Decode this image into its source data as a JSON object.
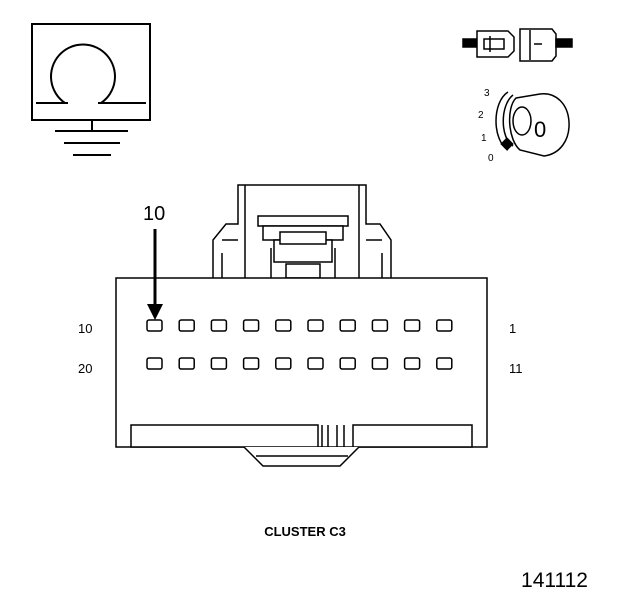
{
  "connector": {
    "name": "CLUSTER C3",
    "pointer_label": "10",
    "row_labels": {
      "top_left": "10",
      "top_right": "1",
      "bottom_left": "20",
      "bottom_right": "11"
    },
    "pins_per_row": 10,
    "rows": 2,
    "highlighted_pin": 10
  },
  "key_switch": {
    "positions": [
      "3",
      "2",
      "1",
      "0"
    ],
    "key_label": "0"
  },
  "figure_number": "141112"
}
